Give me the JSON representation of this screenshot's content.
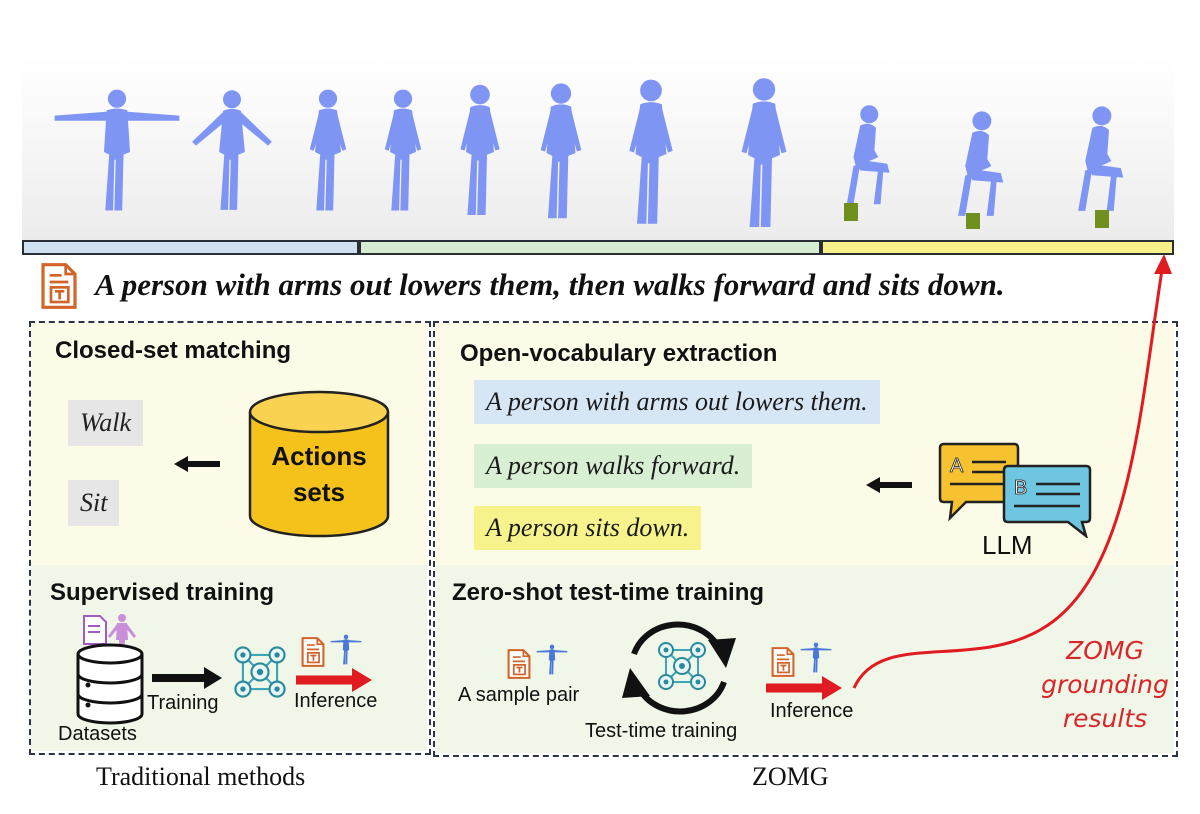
{
  "caption": "A person with arms out lowers them, then walks forward and sits down.",
  "timeline": {
    "segment_colors": [
      "#cfe1f1",
      "#d6ecd2",
      "#f8f18a"
    ],
    "figure_color": "#7f95f4",
    "contact_color": "#6f8f1e"
  },
  "left": {
    "closed_heading": "Closed-set matching",
    "actions": [
      "Walk",
      "Sit"
    ],
    "db_label_line1": "Actions",
    "db_label_line2": "sets",
    "supervised_heading": "Supervised training",
    "datasets_label": "Datasets",
    "training_label": "Training",
    "inference_label": "Inference"
  },
  "right": {
    "open_heading": "Open-vocabulary extraction",
    "sentences": [
      {
        "text": "A person with arms out lowers them.",
        "color": "#d6e6f4"
      },
      {
        "text": "A person walks forward.",
        "color": "#d8efd3"
      },
      {
        "text": "A person sits down.",
        "color": "#f6f38c"
      }
    ],
    "llm_label": "LLM",
    "zero_heading": "Zero-shot test-time training",
    "sample_label": "A sample pair",
    "ttt_label": "Test-time training",
    "inference_label": "Inference"
  },
  "zomg_note": [
    "ZOMG",
    "grounding",
    "results"
  ],
  "footer": {
    "left": "Traditional methods",
    "right": "ZOMG"
  },
  "colors": {
    "accent_red": "#e11b22",
    "db_yellow": "#f4c21a",
    "panel_border": "#2b3446"
  }
}
